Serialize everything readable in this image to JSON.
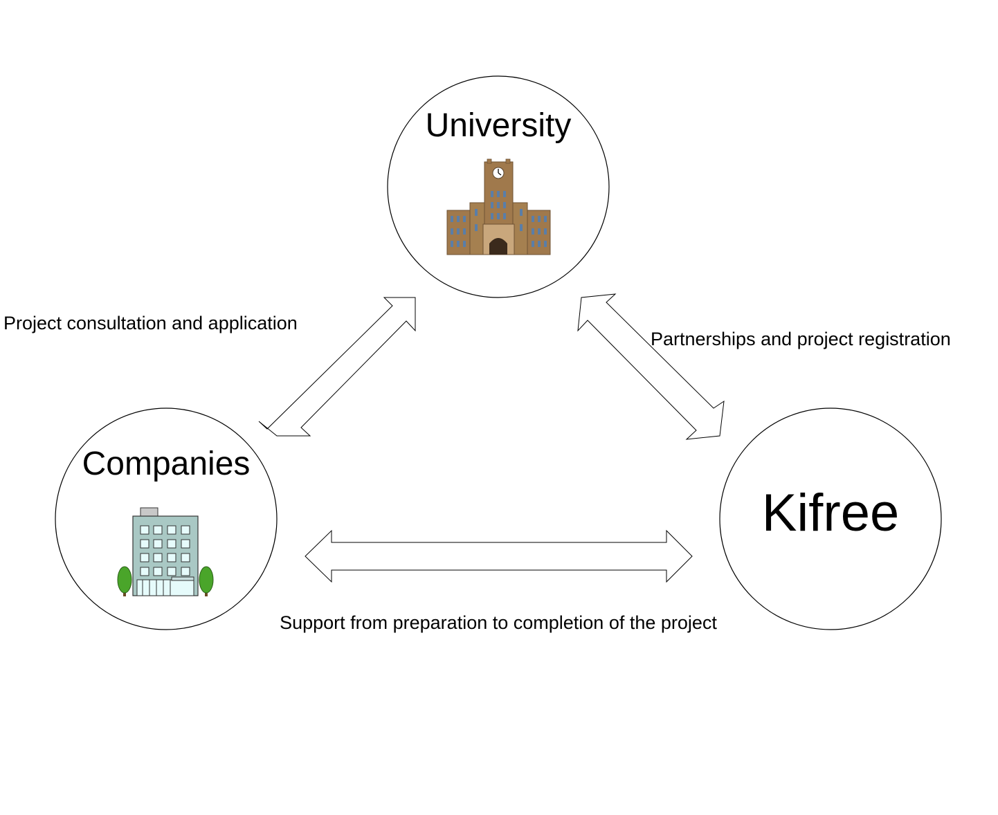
{
  "nodes": {
    "university": {
      "title": "University",
      "icon": "university-building-icon"
    },
    "companies": {
      "title": "Companies",
      "icon": "office-building-icon"
    },
    "kifree": {
      "title": "Kifree"
    }
  },
  "edges": {
    "companies_university": {
      "label": "Project consultation and application"
    },
    "university_kifree": {
      "label": "Partnerships and project registration"
    },
    "companies_kifree": {
      "label": "Support from preparation to completion of the project"
    }
  },
  "colors": {
    "outline": "#000000",
    "background": "#ffffff",
    "university_brick": "#a0794c",
    "university_window": "#5a7ea8",
    "office_wall": "#a9c8c4",
    "office_window": "#e6fbfb",
    "tree_green": "#4aa52a"
  }
}
